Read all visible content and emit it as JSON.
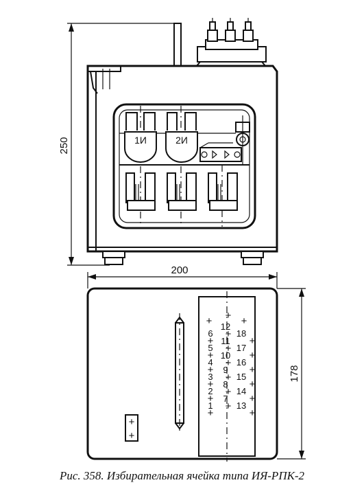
{
  "dimensions": {
    "height": "250",
    "width": "200",
    "depth": "178"
  },
  "lamps": [
    "1И",
    "2И"
  ],
  "terminals": {
    "left": [
      "6",
      "5",
      "4",
      "3",
      "2",
      "1"
    ],
    "center": [
      "12",
      "11",
      "10",
      "9",
      "8",
      "7"
    ],
    "right": [
      "18",
      "17",
      "16",
      "15",
      "14",
      "13"
    ]
  },
  "caption": "Рис. 358. Избирательная ячейка типа ИЯ-РПК-2"
}
